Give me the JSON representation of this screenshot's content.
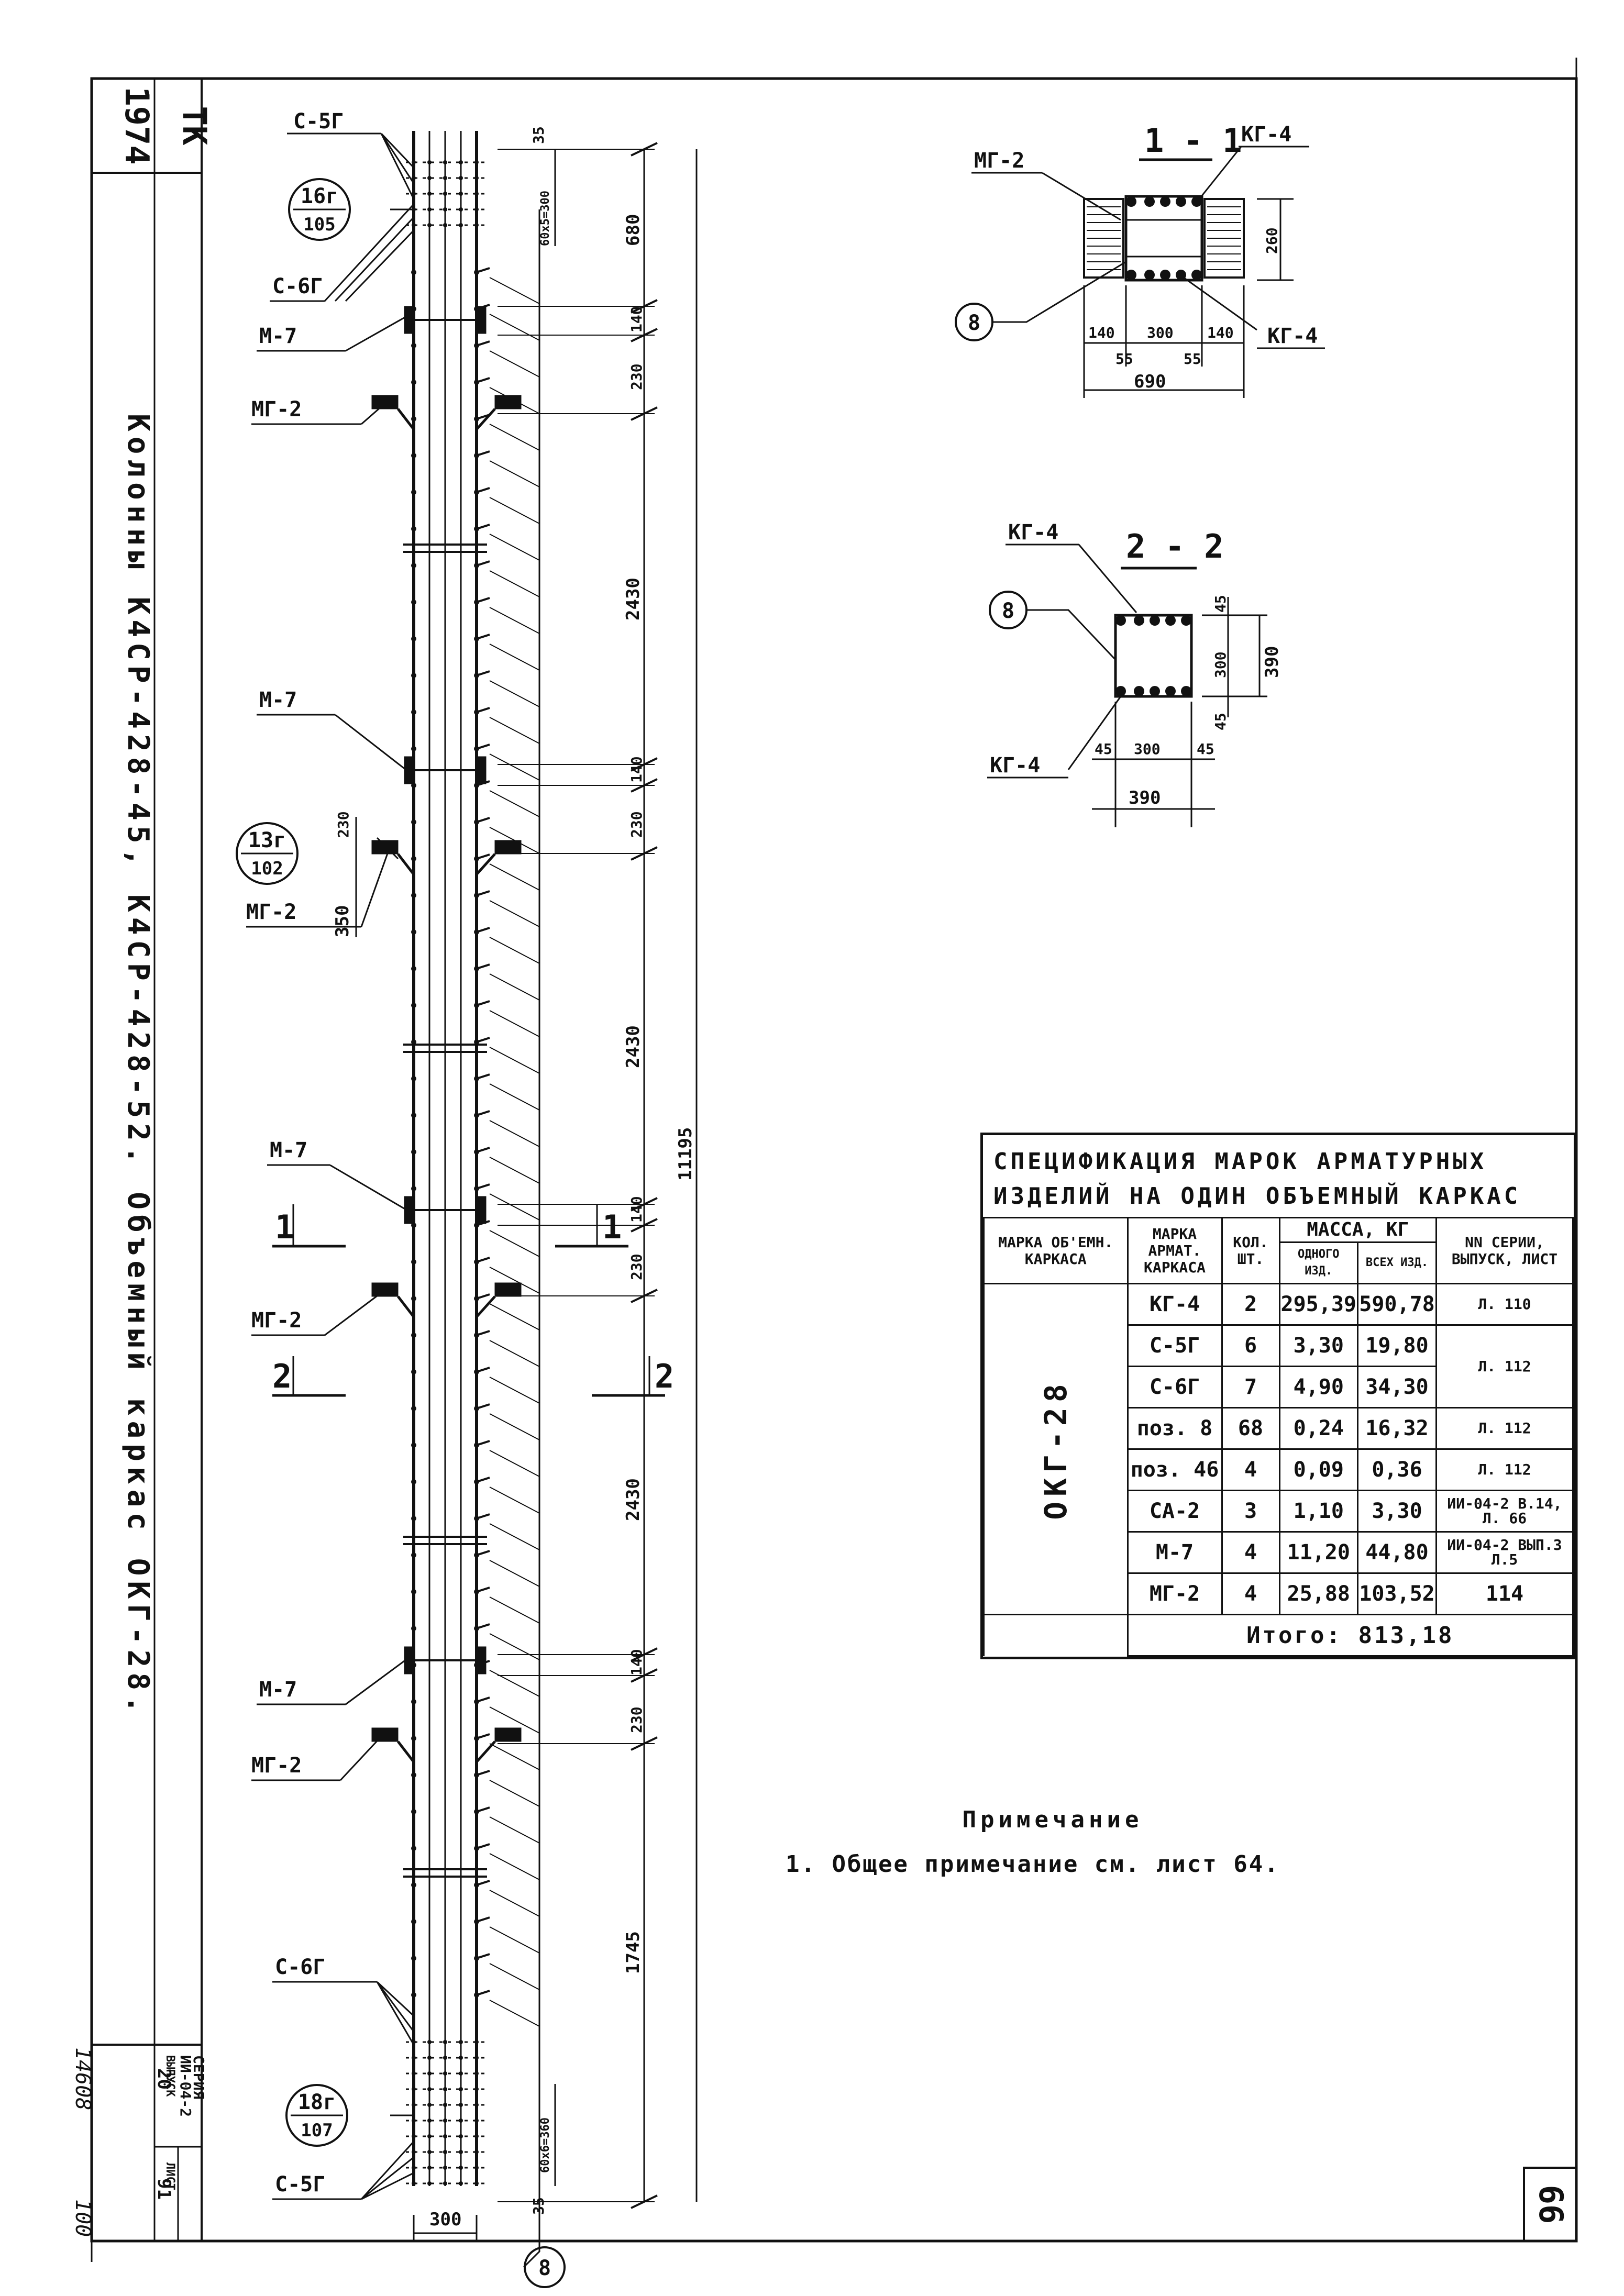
{
  "stamp": {
    "code": "ТК",
    "number": "1974"
  },
  "vertical_title": "Колонны К4СР-428-45, К4СР-428-52. Объемный каркас ОКГ-28.",
  "series_block": {
    "label": "СЕРИЯ",
    "series": "ИИ-04-2",
    "release_label": "ВЫПУСК",
    "sheet_label": "ЛИСТ",
    "release": "20",
    "sheet": "91"
  },
  "archive_number": "14608",
  "archive_number2": "100",
  "page_number": "66",
  "column": {
    "labels": {
      "c5g": "С-5Г",
      "c6g": "С-6Г",
      "m7": "М-7",
      "mg2": "МГ-2"
    },
    "callouts": [
      {
        "top": "16г",
        "bottom": "105"
      },
      {
        "top": "13г",
        "bottom": "102"
      },
      {
        "top": "18г",
        "bottom": "107"
      }
    ],
    "position": "8",
    "dims": {
      "top_spacing": "60х5=300",
      "bottom_spacing": "60х6=360",
      "d35": "35",
      "d680": "680",
      "d140": "140",
      "d230": "230",
      "d2430": "2430",
      "d1745": "1745",
      "total": "11195",
      "d350": "350",
      "d300": "300"
    },
    "section_marks": {
      "one": "1",
      "two": "2"
    }
  },
  "section_1_1": {
    "title": "1 - 1",
    "kg": "КГ-4",
    "mg": "МГ-2",
    "pos": "8",
    "dims": {
      "d140": "140",
      "d300": "300",
      "d55": "55",
      "d690": "690",
      "d260": "260"
    }
  },
  "section_2_2": {
    "title": "2 - 2",
    "kg": "КГ-4",
    "pos": "8",
    "dims": {
      "d45": "45",
      "d300": "300",
      "d390": "390"
    }
  },
  "spec_table": {
    "caption_line1": "СПЕЦИФИКАЦИЯ МАРОК АРМАТУРНЫХ",
    "caption_line2": "ИЗДЕЛИЙ НА ОДИН ОБЪЕМНЫЙ КАРКАС",
    "headers": {
      "frame_mark": "МАРКА ОБ'ЕМН. КАРКАСА",
      "rebar_mark": "МАРКА АРМАТ. КАРКАСА",
      "qty": "КОЛ. ШТ.",
      "mass": "МАССА, КГ",
      "mass_one": "ОДНОГО ИЗД.",
      "mass_all": "ВСЕХ ИЗД.",
      "ref": "NN СЕРИИ, ВЫПУСК, ЛИСТ"
    },
    "frame_mark": "ОКГ-28",
    "rows": [
      {
        "mark": "КГ-4",
        "qty": "2",
        "one": "295,39",
        "all": "590,78",
        "ref": "Л. 110"
      },
      {
        "mark": "С-5Г",
        "qty": "6",
        "one": "3,30",
        "all": "19,80",
        "ref": "Л. 112"
      },
      {
        "mark": "С-6Г",
        "qty": "7",
        "one": "4,90",
        "all": "34,30",
        "ref": ""
      },
      {
        "mark": "поз. 8",
        "qty": "68",
        "one": "0,24",
        "all": "16,32",
        "ref": "Л. 112"
      },
      {
        "mark": "поз. 46",
        "qty": "4",
        "one": "0,09",
        "all": "0,36",
        "ref": "Л. 112"
      },
      {
        "mark": "СА-2",
        "qty": "3",
        "one": "1,10",
        "all": "3,30",
        "ref": "ИИ-04-2 В.14, Л. 66"
      },
      {
        "mark": "М-7",
        "qty": "4",
        "one": "11,20",
        "all": "44,80",
        "ref": "ИИ-04-2 ВЫП.3 Л.5"
      },
      {
        "mark": "МГ-2",
        "qty": "4",
        "one": "25,88",
        "all": "103,52",
        "ref": "114"
      }
    ],
    "total": "Итого: 813,18"
  },
  "note": {
    "heading": "Примечание",
    "text": "1. Общее примечание см. лист 64."
  }
}
